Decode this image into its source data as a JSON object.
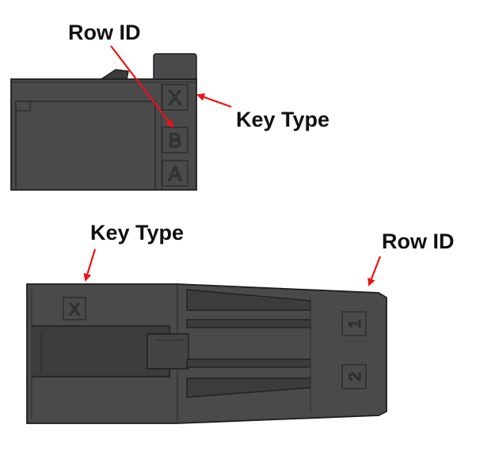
{
  "callouts": {
    "top_row_id": "Row ID",
    "top_key_type": "Key Type",
    "bottom_key_type": "Key Type",
    "bottom_row_id": "Row ID"
  },
  "markings": {
    "top_key": "X",
    "top_row_b": "B",
    "top_row_a": "A",
    "bottom_key": "X",
    "bottom_row_1": "1",
    "bottom_row_2": "2"
  },
  "colors": {
    "body": "#4a4a4c",
    "body_dark": "#3c3c3e",
    "edge": "#1e1e1e",
    "stamp": "#2a2a2a",
    "arrow": "#ee1111",
    "text": "#111111"
  }
}
